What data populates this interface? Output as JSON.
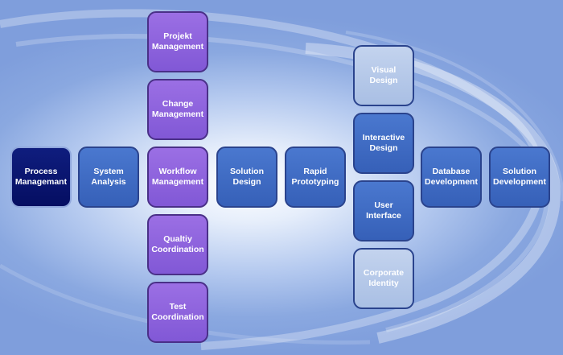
{
  "nodes": {
    "process_management": {
      "label": "Process\nManagemant",
      "style": "dark"
    },
    "system_analysis": {
      "label": "System\nAnalysis",
      "style": "blue"
    },
    "projekt_management": {
      "label": "Projekt\nManagement",
      "style": "purple"
    },
    "change_management": {
      "label": "Change\nManagement",
      "style": "purple"
    },
    "workflow_management": {
      "label": "Workflow\nManagement",
      "style": "purple"
    },
    "quality_coordination": {
      "label": "Qualtiy\nCoordination",
      "style": "purple"
    },
    "test_coordination": {
      "label": "Test\nCoordination",
      "style": "purple"
    },
    "solution_design": {
      "label": "Solution\nDesign",
      "style": "blue"
    },
    "rapid_prototyping": {
      "label": "Rapid\nPrototyping",
      "style": "blue"
    },
    "visual_design": {
      "label": "Visual\nDesign",
      "style": "pale"
    },
    "interactive_design": {
      "label": "Interactive\nDesign",
      "style": "blue"
    },
    "user_interface": {
      "label": "User\nInterface",
      "style": "blue"
    },
    "corporate_identity": {
      "label": "Corporate\nIdentity",
      "style": "pale"
    },
    "database_development": {
      "label": "Database\nDevelopment",
      "style": "blue"
    },
    "solution_development": {
      "label": "Solution\nDevelopment",
      "style": "blue"
    }
  },
  "colors": {
    "dark_box": "#0a1570",
    "blue_box": "#3f6bc4",
    "purple_box": "#8c62dc",
    "pale_box": "#b7c9ea",
    "background": "#8aa8e0"
  }
}
